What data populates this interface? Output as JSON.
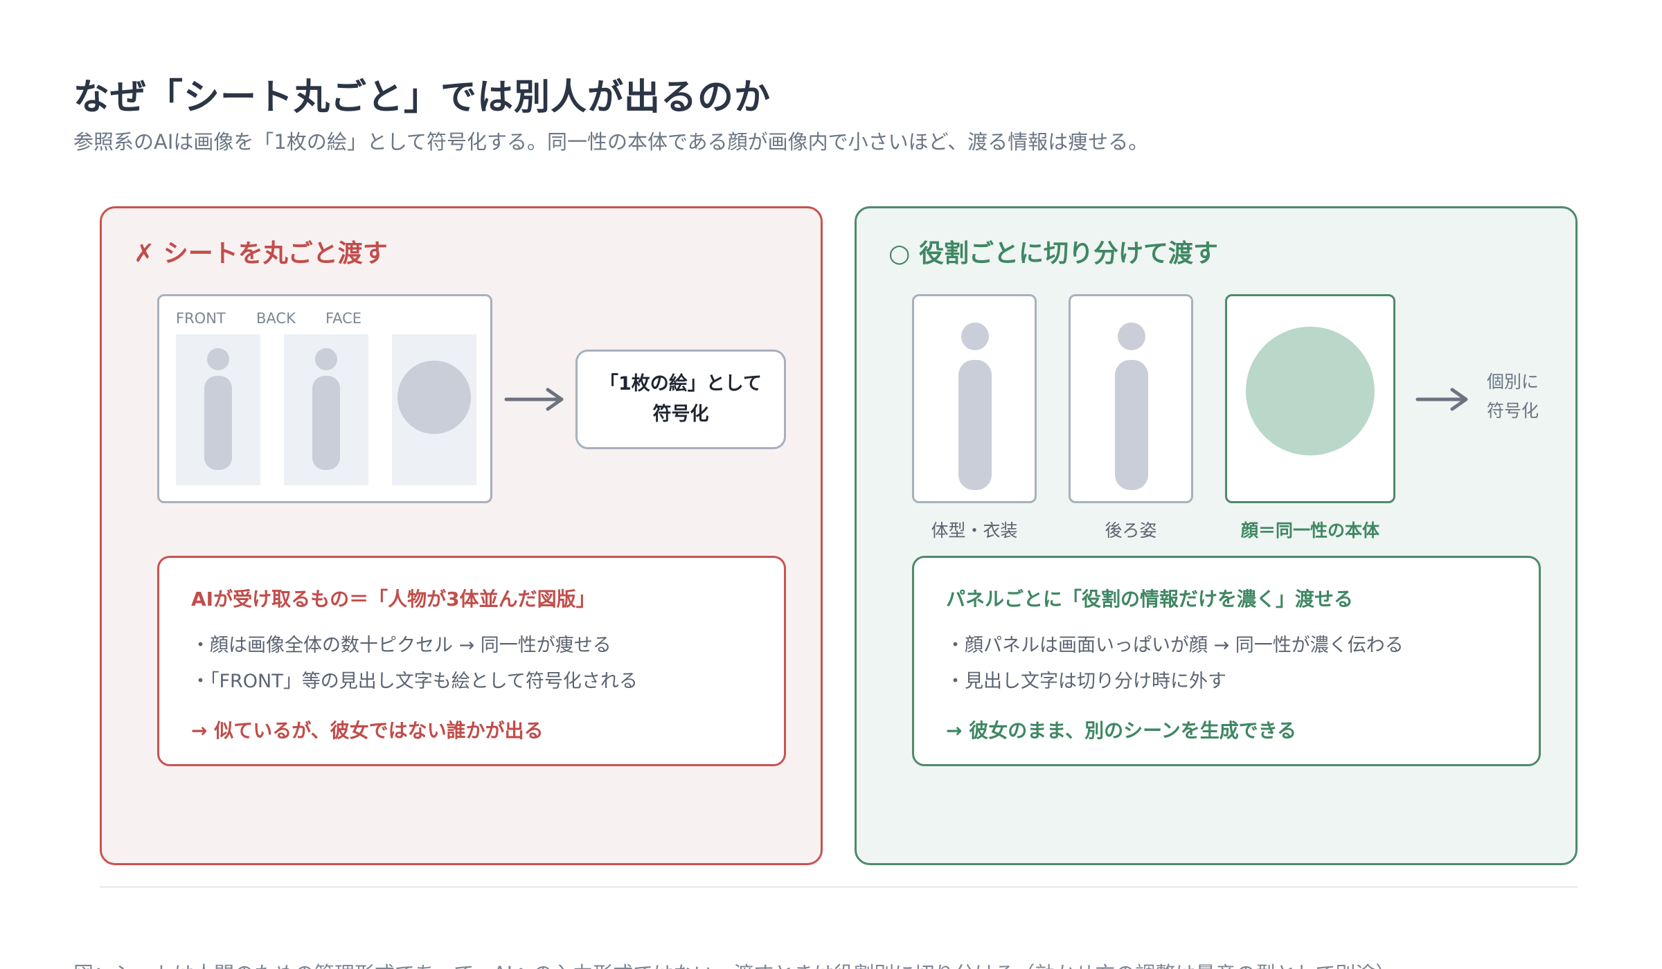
{
  "header": {
    "title": "なぜ「シート丸ごと」では別人が出るのか",
    "subtitle": "参照系のAIは画像を「1枚の絵」として符号化する。同一性の本体である顔が画像内で小さいほど、渡る情報は痩せる。"
  },
  "bad_panel": {
    "heading": "✗ シートを丸ごと渡す",
    "sheet_labels": [
      "FRONT",
      "BACK",
      "FACE"
    ],
    "encode_line1": "「1枚の絵」として",
    "encode_line2": "符号化",
    "info_heading": "AIが受け取るもの＝「人物が3体並んだ図版」",
    "info_lines": [
      "・顔は画像全体の数十ピクセル → 同一性が痩せる",
      "・「FRONT」等の見出し文字も絵として符号化される"
    ],
    "conclusion": "→ 似ているが、彼女ではない誰かが出る",
    "accent_color": "#c9524f"
  },
  "good_panel": {
    "heading": "○ 役割ごとに切り分けて渡す",
    "card_labels": [
      "体型・衣装",
      "後ろ姿",
      "顔＝同一性の本体"
    ],
    "side_note_line1": "個別に",
    "side_note_line2": "符号化",
    "info_heading": "パネルごとに「役割の情報だけを濃く」渡せる",
    "info_lines": [
      "・顔パネルは画面いっぱいが顔 → 同一性が濃く伝わる",
      "・見出し文字は切り分け時に外す"
    ],
    "conclusion": "→ 彼女のまま、別のシーンを生成できる",
    "accent_color": "#4e8a6c",
    "face_color": "#b9d8c9"
  },
  "footer": {
    "caption": "図：シートは人間のための管理形式であって、AIへの入力形式ではない。渡すときは役割別に切り分ける（効かせ方の調整は量産の型として別途）。"
  },
  "icons": [
    "arrow-right-icon",
    "figure-placeholder-icon",
    "face-circle-icon"
  ]
}
